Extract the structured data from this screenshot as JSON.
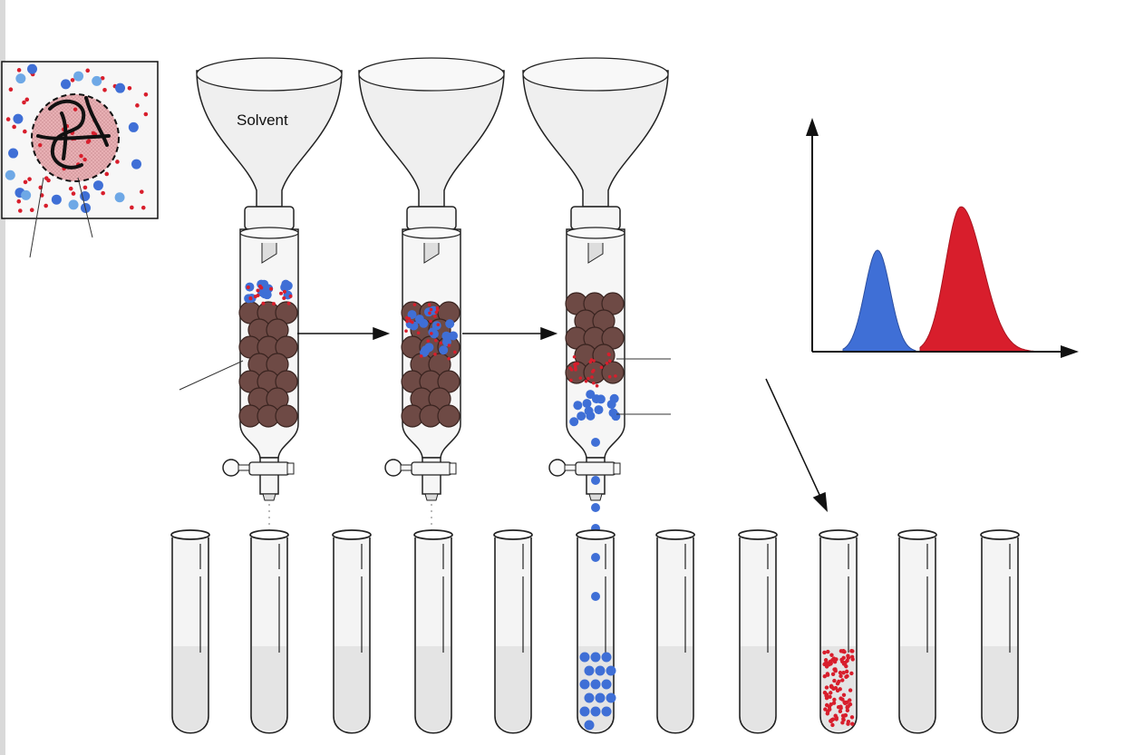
{
  "labels": {
    "solvent": "Solvent"
  },
  "colors": {
    "small_molecule": "#d81e2c",
    "large_molecule": "#3f6fd6",
    "bead": "#6e4a45",
    "glass": "#f4f4f4",
    "liquid": "#e4e4e4"
  },
  "columns": [
    {
      "stage": "sample-applied",
      "solvent_label": true
    },
    {
      "stage": "separating",
      "solvent_label": false
    },
    {
      "stage": "large-molecules-eluting",
      "solvent_label": false
    }
  ],
  "tubes": [
    {
      "index": 1,
      "contents": "empty"
    },
    {
      "index": 2,
      "contents": "empty"
    },
    {
      "index": 3,
      "contents": "empty"
    },
    {
      "index": 4,
      "contents": "empty"
    },
    {
      "index": 5,
      "contents": "empty"
    },
    {
      "index": 6,
      "contents": "large"
    },
    {
      "index": 7,
      "contents": "empty"
    },
    {
      "index": 8,
      "contents": "empty"
    },
    {
      "index": 9,
      "contents": "small"
    },
    {
      "index": 10,
      "contents": "empty"
    },
    {
      "index": 11,
      "contents": "empty"
    }
  ],
  "chromatogram": {
    "peaks": [
      {
        "series": "large",
        "relative_height": 0.7
      },
      {
        "series": "small",
        "relative_height": 1.0
      }
    ]
  }
}
